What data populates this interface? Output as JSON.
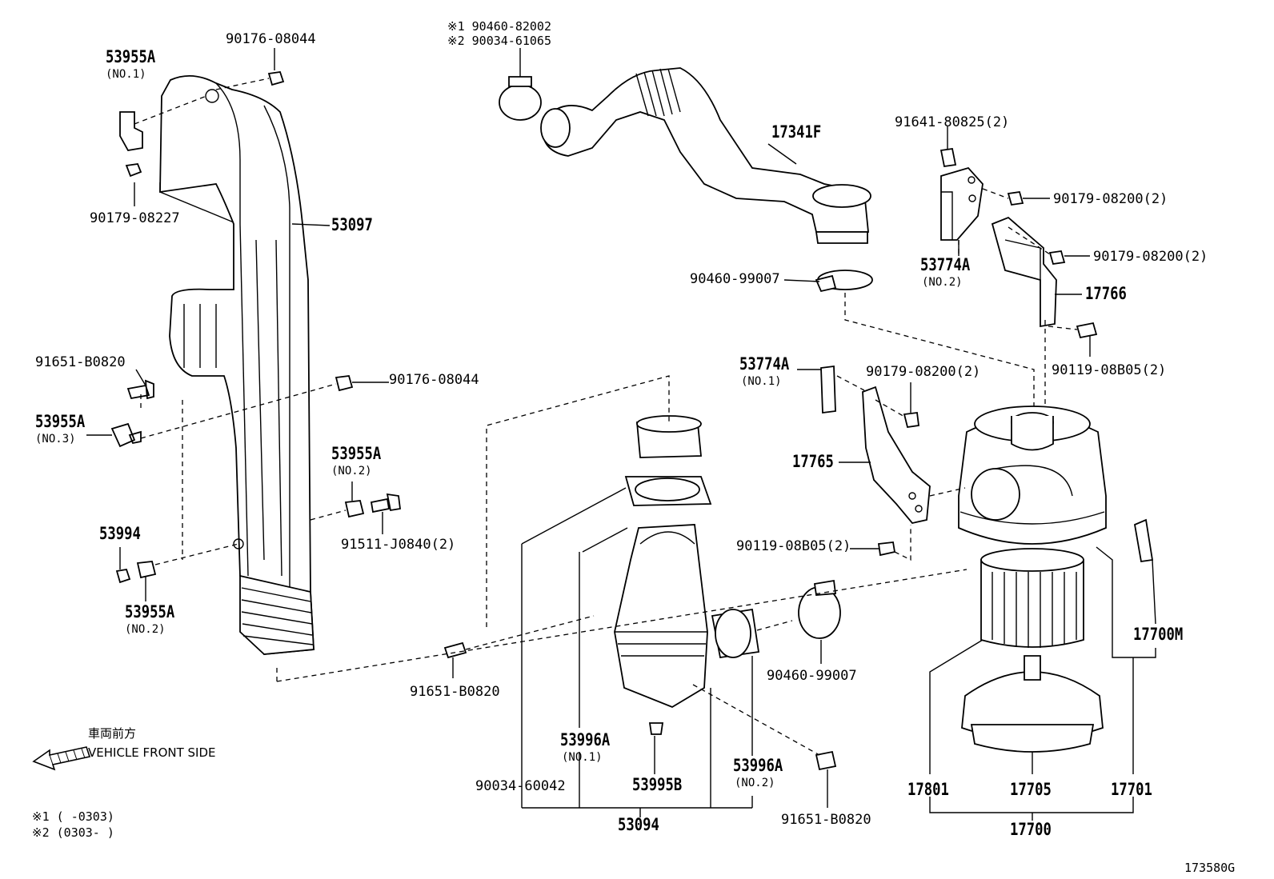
{
  "notes": {
    "n1_fitting": "※1  90460-82002",
    "n2_fitting": "※2  90034-61065",
    "footnote_1": "※1 (      -0303)",
    "footnote_2": "※2 (0303-      )"
  },
  "direction": {
    "jp": "車両前方",
    "en": "VEHICLE FRONT SIDE"
  },
  "figure_id": "173580G",
  "labels": {
    "p53955A_no1": "53955A",
    "p53955A_no1_sub": "(NO.1)",
    "p90176_08044_top": "90176-08044",
    "p90179_08227": "90179-08227",
    "p53097": "53097",
    "p91651_B0820_left": "91651-B0820",
    "p53955A_no3": "53955A",
    "p53955A_no3_sub": "(NO.3)",
    "p90176_08044_mid": "90176-08044",
    "p53955A_no2_mid": "53955A",
    "p53955A_no2_mid_sub": "(NO.2)",
    "p91511_J0840": "91511-J0840(2)",
    "p53994": "53994",
    "p53955A_no2_low": "53955A",
    "p53955A_no2_low_sub": "(NO.2)",
    "p17341F": "17341F",
    "p90460_99007_top": "90460-99007",
    "p91641_80825": "91641-80825(2)",
    "p90179_08200_a": "90179-08200(2)",
    "p90179_08200_b": "90179-08200(2)",
    "p53774A_no2": "53774A",
    "p53774A_no2_sub": "(NO.2)",
    "p17766": "17766",
    "p90119_08B05_right": "90119-08B05(2)",
    "p53774A_no1": "53774A",
    "p53774A_no1_sub": "(NO.1)",
    "p90179_08200_c": "90179-08200(2)",
    "p17765": "17765",
    "p90119_08B05_mid": "90119-08B05(2)",
    "p90460_99007_low": "90460-99007",
    "p91651_B0820_mid": "91651-B0820",
    "p53996A_no1": "53996A",
    "p53996A_no1_sub": "(NO.1)",
    "p90034_60042": "90034-60042",
    "p53995B": "53995B",
    "p53996A_no2": "53996A",
    "p53996A_no2_sub": "(NO.2)",
    "p91651_B0820_low": "91651-B0820",
    "p53094": "53094",
    "p17700M": "17700M",
    "p17801": "17801",
    "p17705": "17705",
    "p17701": "17701",
    "p17700": "17700"
  }
}
